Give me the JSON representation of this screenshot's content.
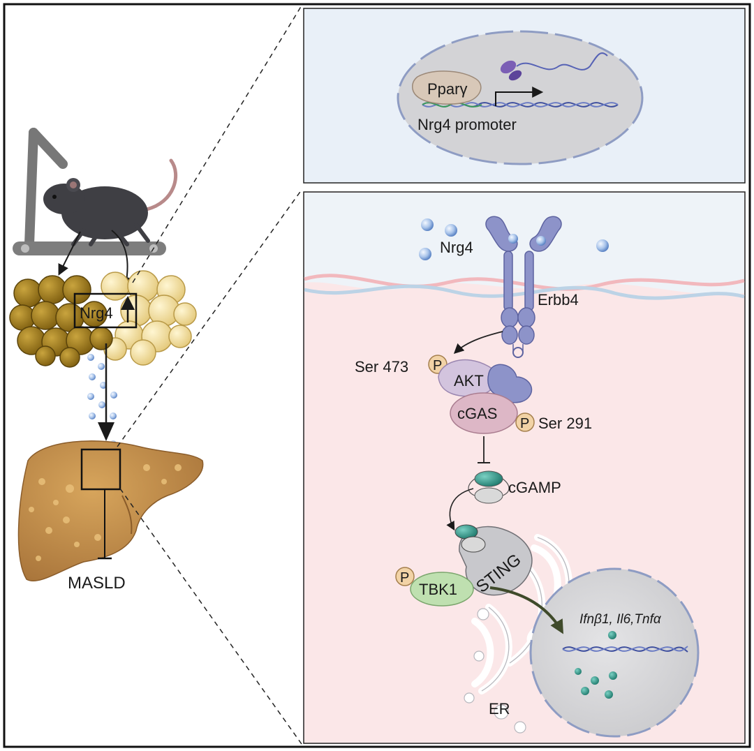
{
  "left": {
    "nrg4_box_label": "Nrg4",
    "inhibited_disease": "MASLD"
  },
  "nucleus_panel": {
    "transcription_factor": "Pparγ",
    "promoter_label": "Nrg4 promoter"
  },
  "signaling_panel": {
    "ligand": "Nrg4",
    "receptor": "Erbb4",
    "akt_site": "Ser 473",
    "akt": "AKT",
    "cgas": "cGAS",
    "cgas_site": "Ser 291",
    "phospho": "P",
    "cgamp": "cGAMP",
    "sting": "STING",
    "tbk1": "TBK1",
    "genes": "Ifnβ1, Il6,Tnfα",
    "organelle": "ER"
  },
  "colors": {
    "nucleus_bg": "#e9f0f8",
    "cytoplasm_bg": "#fbe7e8",
    "receptor": "#8d93c9",
    "adipose_brown": "#a98220",
    "adipose_white": "#f1de9a",
    "liver": "#c89650",
    "sting_green": "#2f8f7a",
    "tbk1_green": "#bfe0b0",
    "phospho": "#f2d3a6"
  }
}
